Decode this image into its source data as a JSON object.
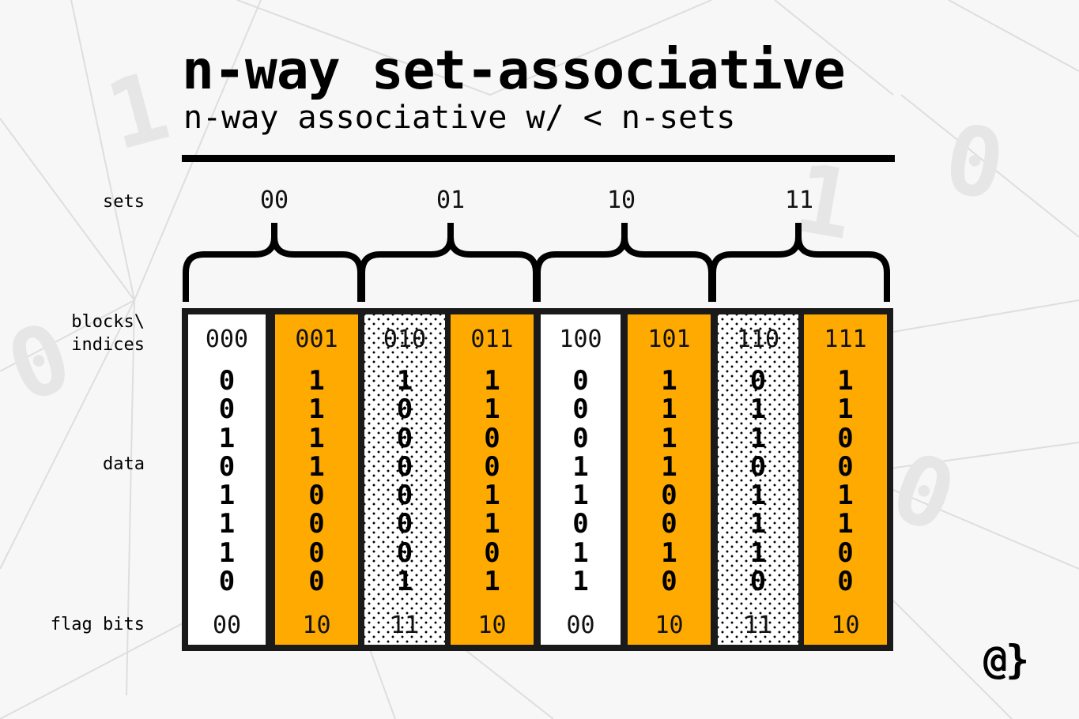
{
  "title": "n-way set-associative",
  "subtitle": "n-way associative w/ < n-sets",
  "row_labels": {
    "sets": "sets",
    "blocks": "blocks\\\nindices",
    "data": "data",
    "flags": "flag bits"
  },
  "sets": [
    "00",
    "01",
    "10",
    "11"
  ],
  "blocks": [
    {
      "index": "000",
      "style": "white",
      "bits": [
        "0",
        "0",
        "1",
        "0",
        "1",
        "1",
        "1",
        "0"
      ],
      "flags": "00"
    },
    {
      "index": "001",
      "style": "orange",
      "bits": [
        "1",
        "1",
        "1",
        "1",
        "0",
        "0",
        "0",
        "0"
      ],
      "flags": "10"
    },
    {
      "index": "010",
      "style": "dotted",
      "bits": [
        "1",
        "0",
        "0",
        "0",
        "0",
        "0",
        "0",
        "1"
      ],
      "flags": "11"
    },
    {
      "index": "011",
      "style": "orange",
      "bits": [
        "1",
        "1",
        "0",
        "0",
        "1",
        "1",
        "0",
        "1"
      ],
      "flags": "10"
    },
    {
      "index": "100",
      "style": "white",
      "bits": [
        "0",
        "0",
        "0",
        "1",
        "1",
        "0",
        "1",
        "1"
      ],
      "flags": "00"
    },
    {
      "index": "101",
      "style": "orange",
      "bits": [
        "1",
        "1",
        "1",
        "1",
        "0",
        "0",
        "1",
        "0"
      ],
      "flags": "10"
    },
    {
      "index": "110",
      "style": "dotted",
      "bits": [
        "0",
        "1",
        "1",
        "0",
        "1",
        "1",
        "1",
        "0"
      ],
      "flags": "11"
    },
    {
      "index": "111",
      "style": "orange",
      "bits": [
        "1",
        "1",
        "0",
        "0",
        "1",
        "1",
        "0",
        "0"
      ],
      "flags": "10"
    }
  ],
  "logo": "@}",
  "colors": {
    "accent": "#ffaa00",
    "frame": "#1a1a1a",
    "background": "#f7f7f7"
  }
}
